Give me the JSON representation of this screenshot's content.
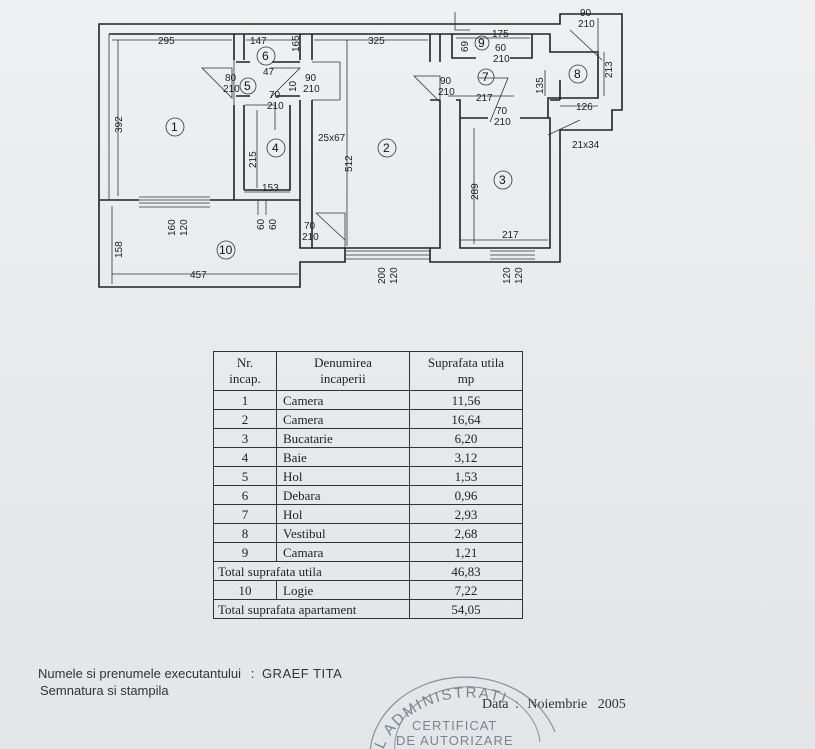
{
  "plan": {
    "dims": {
      "d295": "295",
      "d147": "147",
      "d165": "165",
      "d325": "325",
      "d175": "175",
      "d90a": "90",
      "d210a": "210",
      "d69": "69",
      "d60a": "60",
      "d210b": "210",
      "d47": "47",
      "d80": "80",
      "d210c": "210",
      "d70a": "70",
      "d210d": "210",
      "d10": "10",
      "d90b": "90",
      "d210e": "210",
      "d90c": "90",
      "d210f": "210",
      "d217a": "217",
      "d135": "135",
      "d213": "213",
      "d70b": "70",
      "d210g": "210",
      "d126": "126",
      "d392": "392",
      "d215": "215",
      "d25x67": "25x67",
      "d512": "512",
      "d21x34": "21x34",
      "d289": "289",
      "d153": "153",
      "d160": "160",
      "d120a": "120",
      "d60b": "60",
      "d60c": "60",
      "d70c": "70",
      "d210h": "210",
      "d217b": "217",
      "d158": "158",
      "d457": "457",
      "d200": "200",
      "d120b": "120",
      "d120c": "120",
      "d120d": "120"
    },
    "room_labels": [
      "1",
      "2",
      "3",
      "4",
      "5",
      "6",
      "7",
      "8",
      "9",
      "10"
    ]
  },
  "table": {
    "headers": {
      "nr": [
        "Nr.",
        "incap."
      ],
      "name": [
        "Denumirea",
        "incaperii"
      ],
      "area": [
        "Suprafata utila",
        "mp"
      ]
    },
    "rooms": [
      {
        "nr": "1",
        "name": "Camera",
        "area": "11,56"
      },
      {
        "nr": "2",
        "name": "Camera",
        "area": "16,64"
      },
      {
        "nr": "3",
        "name": "Bucatarie",
        "area": "6,20"
      },
      {
        "nr": "4",
        "name": "Baie",
        "area": "3,12"
      },
      {
        "nr": "5",
        "name": "Hol",
        "area": "1,53"
      },
      {
        "nr": "6",
        "name": "Debara",
        "area": "0,96"
      },
      {
        "nr": "7",
        "name": "Hol",
        "area": "2,93"
      },
      {
        "nr": "8",
        "name": "Vestibul",
        "area": "2,68"
      },
      {
        "nr": "9",
        "name": "Camara",
        "area": "1,21"
      }
    ],
    "total_useful": {
      "label": "Total suprafata utila",
      "value": "46,83"
    },
    "loggia": {
      "nr": "10",
      "name": "Logie",
      "area": "7,22"
    },
    "total_apartment": {
      "label": "Total suprafata apartament",
      "value": "54,05"
    }
  },
  "footer": {
    "executant_label": "Numele si prenumele executantului",
    "executant_sep": ":",
    "executant_name": "GRAEF TITA",
    "signature_label": "Semnatura si stampila",
    "date_label": "Data",
    "date_sep": ":",
    "date_value": "Noiembrie   2005"
  },
  "stamp": {
    "arc_text": "UL ADMINISTRATI",
    "line1": "CERTIFICAT",
    "line2": "DE AUTORIZARE"
  }
}
